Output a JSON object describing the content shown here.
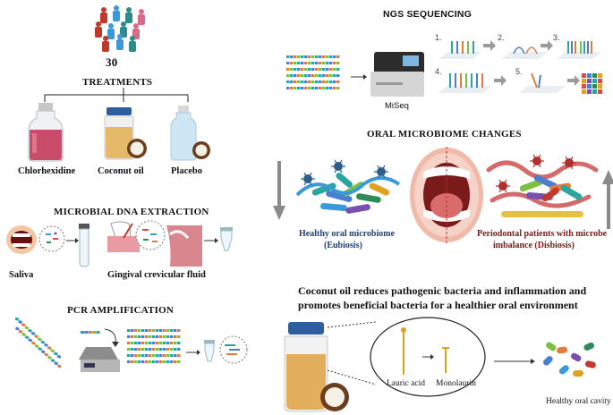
{
  "left": {
    "participants_count": "30",
    "treatments_title": "TREATMENTS",
    "treatments": [
      "Chlorhexidine",
      "Coconut oil",
      "Placebo"
    ],
    "dna_title": "MICROBIAL DNA EXTRACTION",
    "sources": [
      "Saliva",
      "Gingival crevicular fluid"
    ],
    "pcr_title": "PCR AMPLIFICATION"
  },
  "right": {
    "ngs_title": "NGS SEQUENCING",
    "instrument": "MiSeq",
    "steps": [
      "1.",
      "2.",
      "3.",
      "4.",
      "5."
    ],
    "changes_title": "ORAL MICROBIOME CHANGES",
    "healthy_line1": "Healthy oral microbiome",
    "healthy_line2": "(Eubiosis)",
    "perio_line1": "Periodontal patients with microbe",
    "perio_line2": "imbalance (Disbiosis)",
    "conclusion_line1": "Coconut oil reduces pathogenic bacteria and inflammation and",
    "conclusion_line2": "promotes beneficial bacteria for a healthier oral environment",
    "lauric": "Lauric acid",
    "monolaurin": "Monolaurin",
    "healthy_cavity": "Healthy oral cavity"
  },
  "colors": {
    "people": [
      "#c0392b",
      "#3a9ad9",
      "#2e8b8b",
      "#d96a8a"
    ],
    "dna": [
      "#2aa5a0",
      "#4a7fd0",
      "#e07b39",
      "#7dbf3f"
    ],
    "arrow_gray": "#8a8a8a",
    "healthy_text": "#1f3f7a",
    "perio_text": "#7a1a1a"
  }
}
